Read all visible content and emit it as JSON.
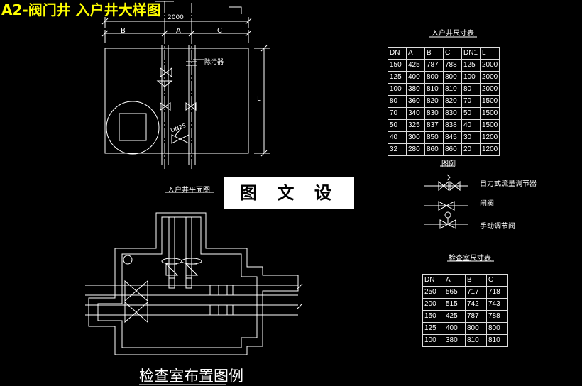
{
  "title": "A2-阀门井 入户井大样图",
  "banner": "图 文 设 计",
  "plan": {
    "total_dim": "2000",
    "seg_a": "A",
    "seg_b": "B",
    "seg_c": "C",
    "side_dim": "L",
    "filter_label": "除污器",
    "pipe_label": "DN25",
    "plan_title": "入户井平面图"
  },
  "dim_table": {
    "title": "入户井尺寸表",
    "headers": [
      "DN",
      "A",
      "B",
      "C",
      "DN1",
      "L"
    ],
    "rows": [
      [
        "150",
        "425",
        "787",
        "788",
        "125",
        "2000"
      ],
      [
        "125",
        "400",
        "800",
        "800",
        "100",
        "2000"
      ],
      [
        "100",
        "380",
        "810",
        "810",
        "80",
        "2000"
      ],
      [
        "80",
        "360",
        "820",
        "820",
        "70",
        "1500"
      ],
      [
        "70",
        "340",
        "830",
        "830",
        "50",
        "1500"
      ],
      [
        "50",
        "325",
        "837",
        "838",
        "40",
        "1500"
      ],
      [
        "40",
        "300",
        "850",
        "845",
        "30",
        "1200"
      ],
      [
        "32",
        "280",
        "860",
        "860",
        "20",
        "1200"
      ]
    ]
  },
  "legend": {
    "title": "图例",
    "items": [
      {
        "icon": "self-acting-flow-regulator-icon",
        "label": "自力式流量调节器"
      },
      {
        "icon": "gate-valve-icon",
        "label": "闸阀"
      },
      {
        "icon": "manual-regulating-valve-icon",
        "label": "手动调节阀"
      }
    ]
  },
  "room_table": {
    "title": "检查室尺寸表",
    "headers": [
      "DN",
      "A",
      "B",
      "C"
    ],
    "rows": [
      [
        "250",
        "565",
        "717",
        "718"
      ],
      [
        "200",
        "515",
        "742",
        "743"
      ],
      [
        "150",
        "425",
        "787",
        "788"
      ],
      [
        "125",
        "400",
        "800",
        "800"
      ],
      [
        "100",
        "380",
        "810",
        "810"
      ]
    ]
  },
  "room_title": "检查室布置图例",
  "colors": {
    "background": "#000000",
    "title": "#ffff00",
    "lines": "#ffffff"
  }
}
